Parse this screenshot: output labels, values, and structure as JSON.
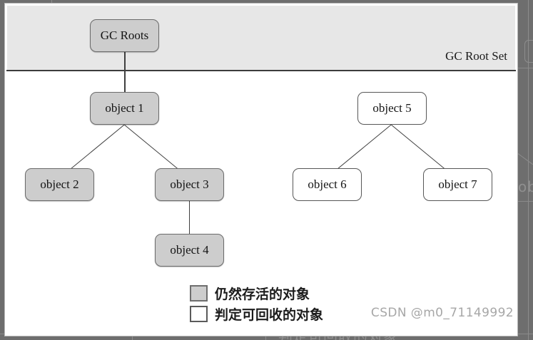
{
  "diagram": {
    "band_label": "GC Root Set",
    "nodes": [
      {
        "id": "gc-roots",
        "label": "GC Roots",
        "state": "alive"
      },
      {
        "id": "object-1",
        "label": "object 1",
        "state": "alive"
      },
      {
        "id": "object-2",
        "label": "object 2",
        "state": "alive"
      },
      {
        "id": "object-3",
        "label": "object 3",
        "state": "alive"
      },
      {
        "id": "object-4",
        "label": "object 4",
        "state": "alive"
      },
      {
        "id": "object-5",
        "label": "object 5",
        "state": "dead"
      },
      {
        "id": "object-6",
        "label": "object 6",
        "state": "dead"
      },
      {
        "id": "object-7",
        "label": "object 7",
        "state": "dead"
      }
    ],
    "edges": [
      {
        "from": "gc-roots",
        "to": "object-1"
      },
      {
        "from": "object-1",
        "to": "object-2"
      },
      {
        "from": "object-1",
        "to": "object-3"
      },
      {
        "from": "object-3",
        "to": "object-4"
      },
      {
        "from": "object-5",
        "to": "object-6"
      },
      {
        "from": "object-5",
        "to": "object-7"
      }
    ],
    "legend": [
      {
        "swatch": "alive",
        "label": "仍然存活的对象"
      },
      {
        "swatch": "dead",
        "label": "判定可回收的对象"
      }
    ],
    "colors": {
      "alive_fill": "#cdcdcd",
      "alive_border": "#6b6b6b",
      "dead_fill": "#ffffff",
      "dead_border": "#575757",
      "band_fill": "#e7e7e7",
      "line": "#3f3f3f",
      "watermark": "#a7a7a7"
    }
  },
  "background": {
    "ghost_label": "判定可回收的对象"
  },
  "watermark": {
    "text": "CSDN @m0_71149992"
  }
}
